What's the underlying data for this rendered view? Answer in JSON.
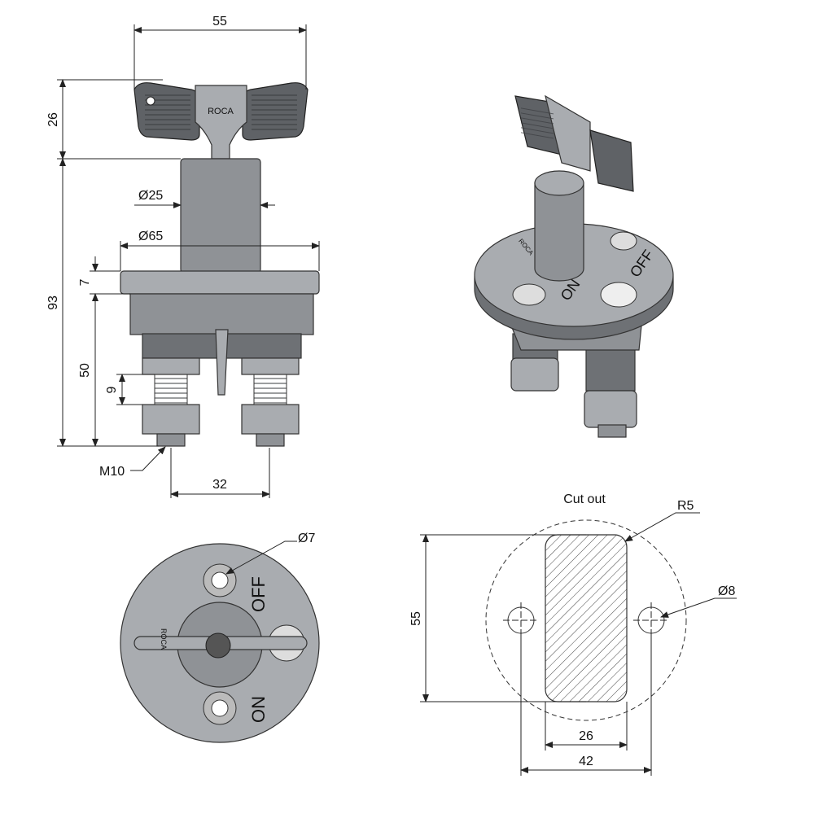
{
  "front_view": {
    "dim_width_key": "55",
    "dim_height_key": "26",
    "dim_total_height": "93",
    "dim_shaft_diameter": "Ø25",
    "dim_flange_diameter": "Ø65",
    "dim_flange_thickness": "7",
    "dim_body_height": "50",
    "dim_nut_height": "9",
    "thread_label": "M10",
    "dim_stud_spacing": "32",
    "logo_text": "ROCA"
  },
  "iso_view": {
    "label_off": "OFF",
    "label_on": "ON",
    "logo_text": "ROCA"
  },
  "bottom_view": {
    "dim_hole_diameter": "Ø7",
    "label_off": "OFF",
    "label_on": "ON",
    "logo_text": "ROCA"
  },
  "cutout": {
    "title": "Cut out",
    "radius_label": "R5",
    "hole_label": "Ø8",
    "dim_height": "55",
    "dim_inner_width": "26",
    "dim_outer_width": "42"
  }
}
